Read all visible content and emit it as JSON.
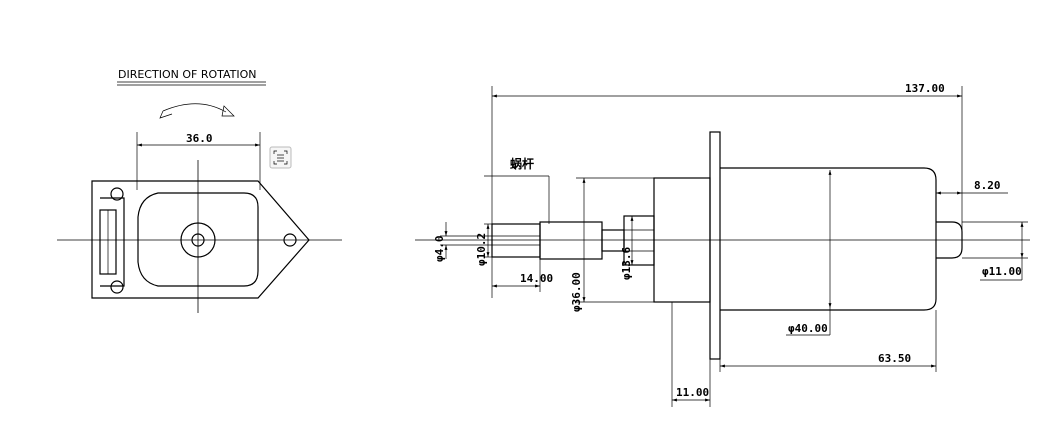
{
  "front_view": {
    "caption": "DIRECTION OF ROTATION",
    "width_dim": "36.0"
  },
  "side_view": {
    "overall_length": "137.00",
    "worm_label": "蜗杆",
    "dims": {
      "shaft_dia_small": "φ4.0",
      "shaft_dia": "φ10.2",
      "worm_length": "14.00",
      "flange_dia": "φ36.00",
      "hub_dia": "φ13.6",
      "body_dia": "φ40.00",
      "rear_shaft_len": "8.20",
      "rear_shaft_dia": "φ11.00",
      "body_length": "63.50",
      "flange_offset": "11.00"
    }
  },
  "icons": {
    "ocr": "scan-text-icon"
  }
}
